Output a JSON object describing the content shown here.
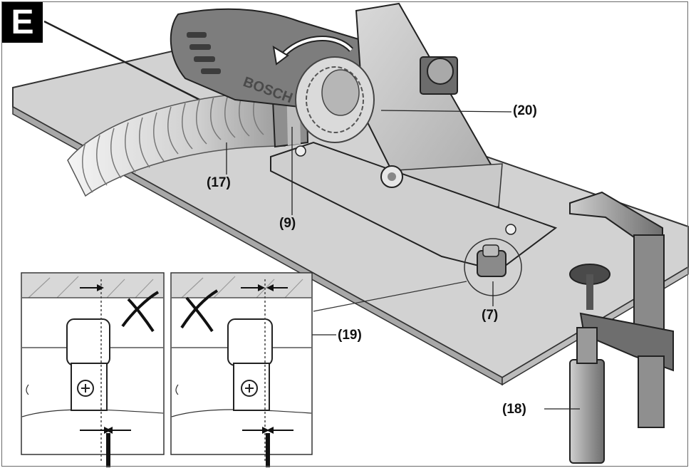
{
  "figure": {
    "letter": "E",
    "brand": "BOSCH",
    "callouts": {
      "c20": "(20)",
      "c17": "(17)",
      "c9": "(9)",
      "c7": "(7)",
      "c19": "(19)",
      "c18": "(18)"
    },
    "insets": [
      {
        "status": "wrong",
        "mark": "cross"
      },
      {
        "status": "wrong",
        "mark": "cross"
      }
    ]
  }
}
